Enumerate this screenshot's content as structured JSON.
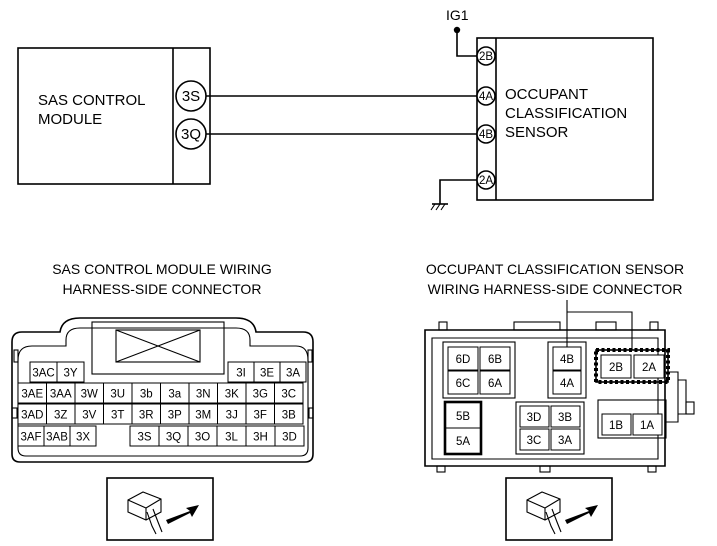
{
  "wiring": {
    "ig1": "IG1",
    "sas_module": {
      "line1": "SAS CONTROL",
      "line2": "MODULE",
      "pin_3s": "3S",
      "pin_3q": "3Q"
    },
    "sensor": {
      "line1": "OCCUPANT",
      "line2": "CLASSIFICATION",
      "line3": "SENSOR",
      "pin_2b": "2B",
      "pin_4a": "4A",
      "pin_4b": "4B",
      "pin_2a": "2A"
    }
  },
  "sas_connector": {
    "title1": "SAS CONTROL MODULE WIRING",
    "title2": "HARNESS-SIDE CONNECTOR",
    "row1_left": [
      "3AC",
      "3Y"
    ],
    "row1_right": [
      "3I",
      "3E",
      "3A"
    ],
    "row2": [
      "3AE",
      "3AA",
      "3W",
      "3U",
      "3b",
      "3a",
      "3N",
      "3K",
      "3G",
      "3C"
    ],
    "row3": [
      "3AD",
      "3Z",
      "3V",
      "3T",
      "3R",
      "3P",
      "3M",
      "3J",
      "3F",
      "3B"
    ],
    "row4_left": [
      "3AF",
      "3AB",
      "3X"
    ],
    "row4_right": [
      "3S",
      "3Q",
      "3O",
      "3L",
      "3H",
      "3D"
    ]
  },
  "oc_connector": {
    "title1": "OCCUPANT CLASSIFICATION SENSOR",
    "title2": "WIRING HARNESS-SIDE CONNECTOR",
    "group6": [
      "6D",
      "6B",
      "6C",
      "6A"
    ],
    "group4": [
      "4B",
      "4A"
    ],
    "group2": [
      "2B",
      "2A"
    ],
    "group5": [
      "5B",
      "5A"
    ],
    "group3": [
      "3D",
      "3B",
      "3C",
      "3A"
    ],
    "group1": [
      "1B",
      "1A"
    ]
  }
}
